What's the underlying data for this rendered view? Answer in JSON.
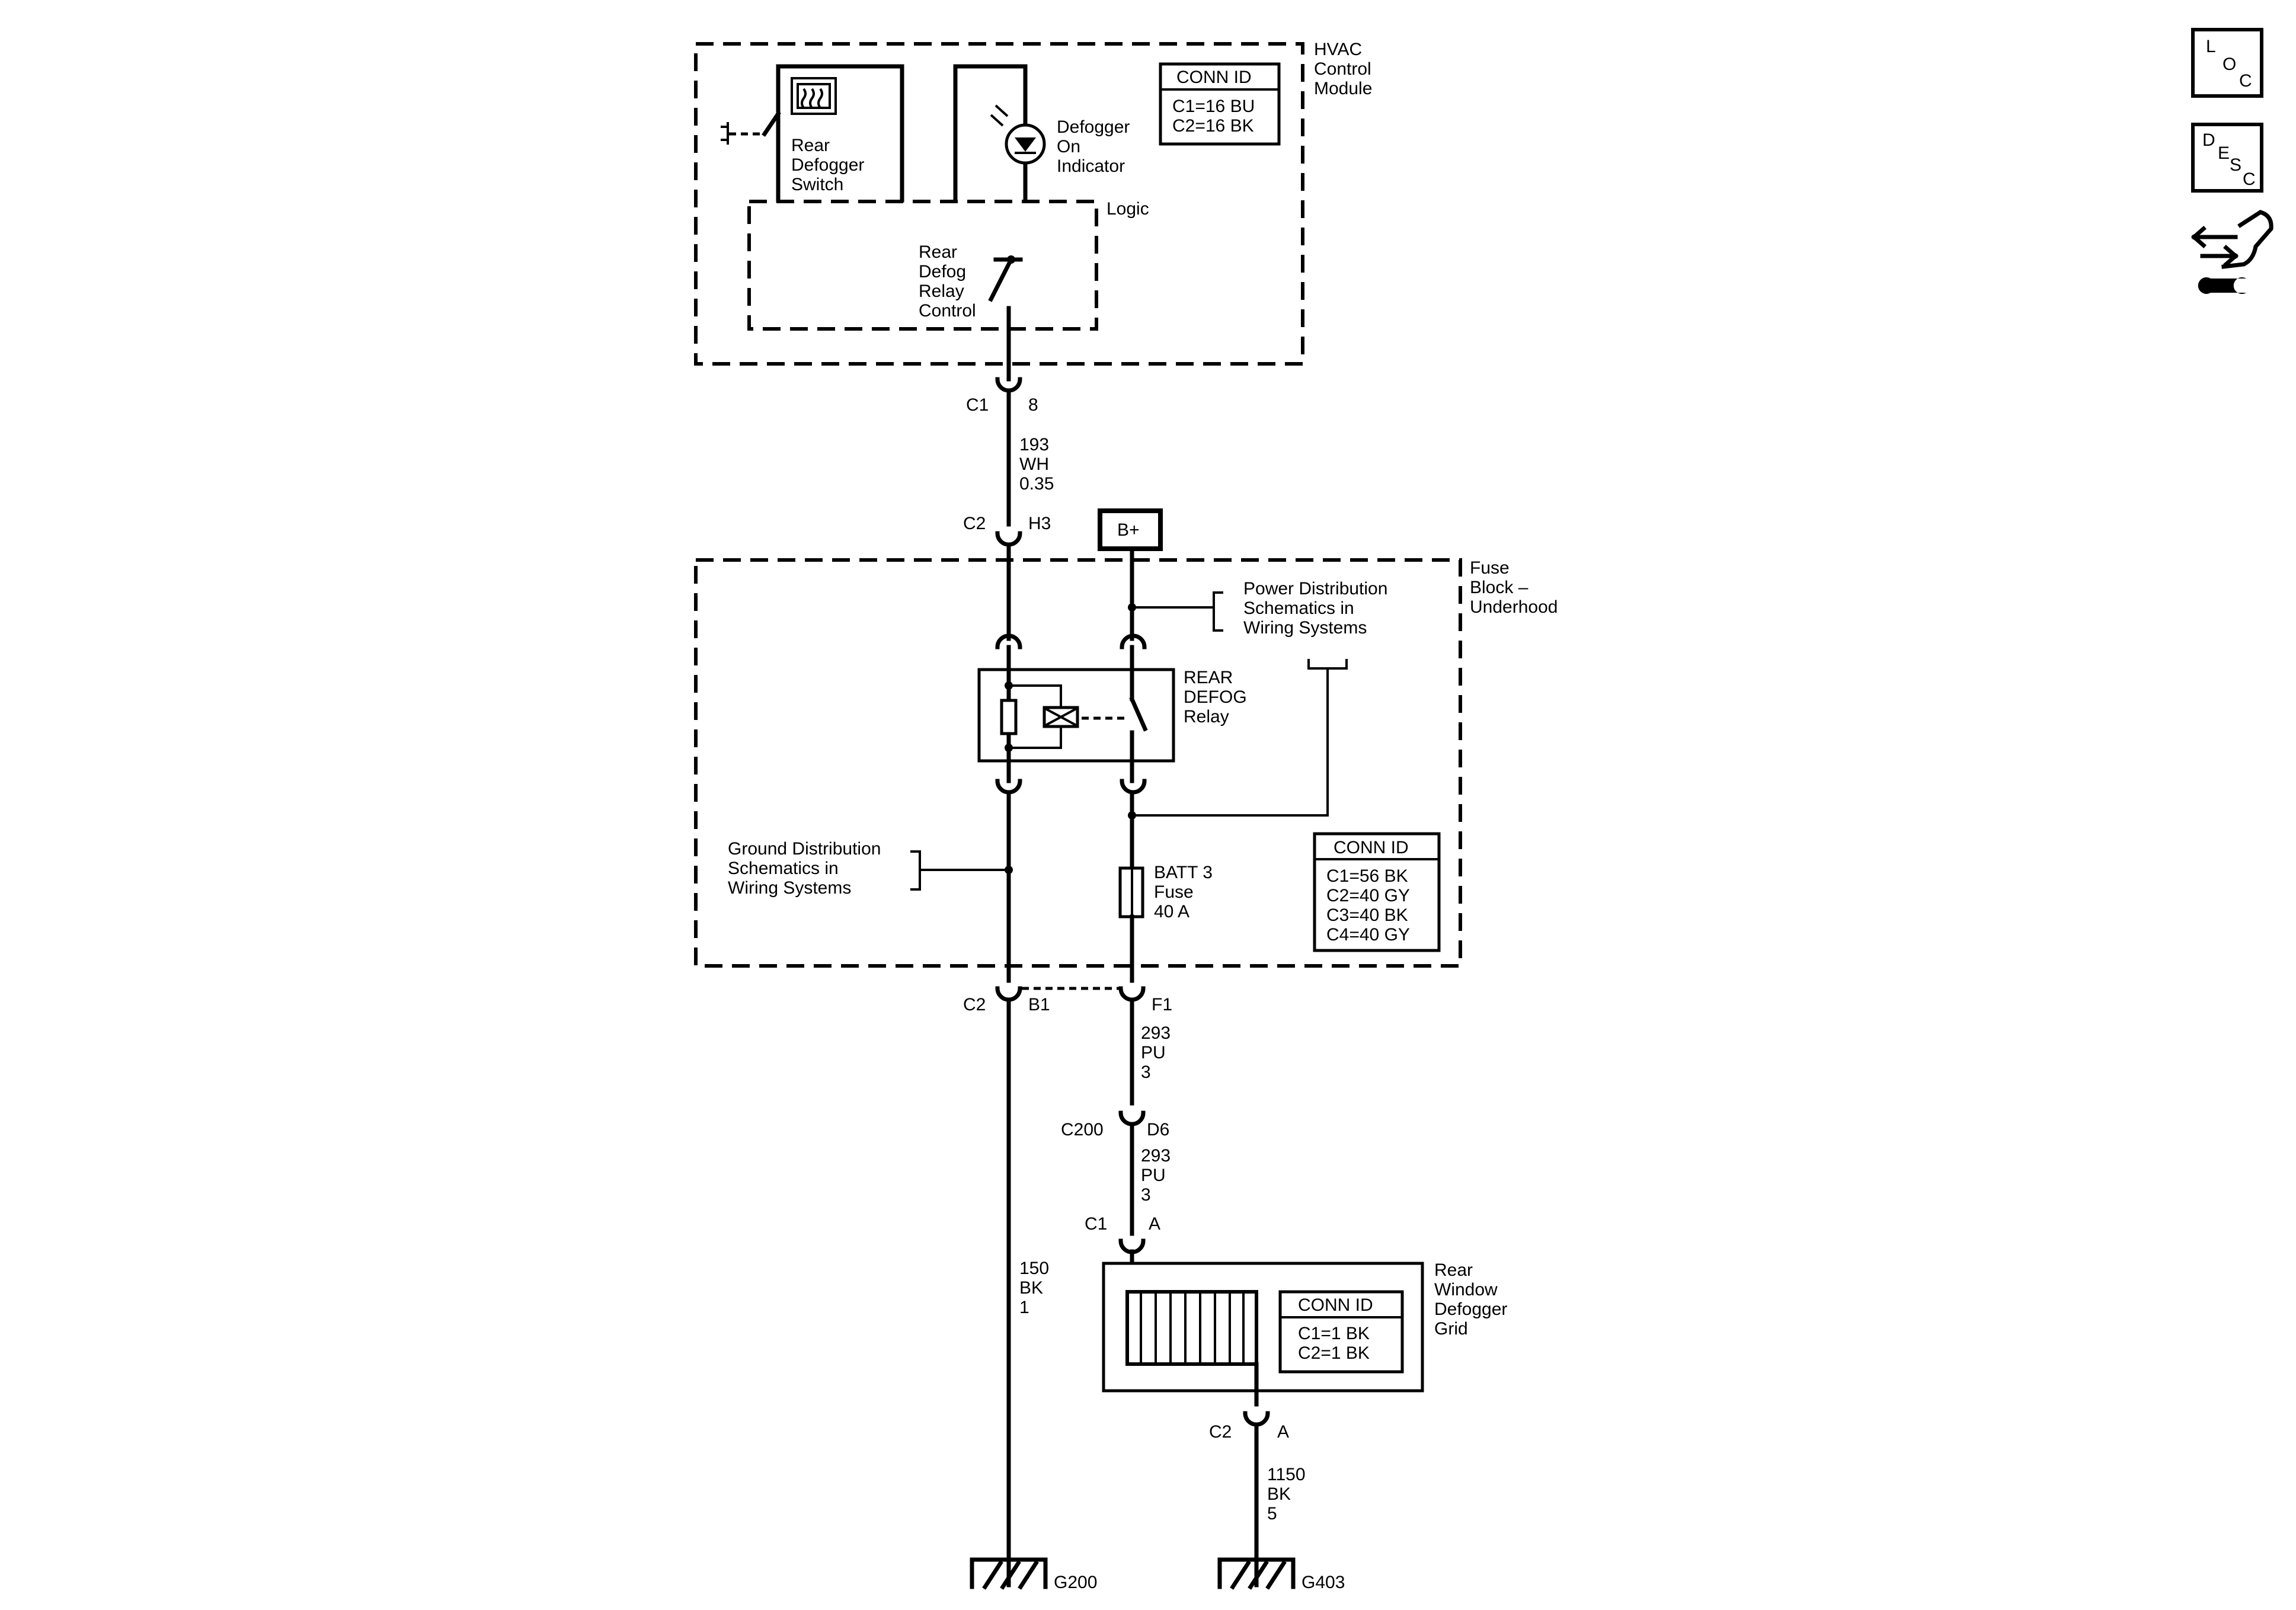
{
  "hvac_module": {
    "title": [
      "HVAC",
      "Control",
      "Module"
    ],
    "conn_id_title": "CONN ID",
    "conn_ids": [
      "C1=16 BU",
      "C2=16 BK"
    ],
    "switch_label": [
      "Rear",
      "Defogger",
      "Switch"
    ],
    "indicator_label": [
      "Defogger",
      "On",
      "Indicator"
    ],
    "logic_label": "Logic",
    "relay_control_label": [
      "Rear",
      "Defog",
      "Relay",
      "Control"
    ]
  },
  "fuse_block": {
    "title": [
      "Fuse",
      "Block –",
      "Underhood"
    ],
    "conn_id_title": "CONN ID",
    "conn_ids": [
      "C1=56 BK",
      "C2=40 GY",
      "C3=40 BK",
      "C4=40 GY"
    ],
    "power_dist_label": [
      "Power Distribution",
      "Schematics in",
      "Wiring Systems"
    ],
    "ground_dist_label": [
      "Ground Distribution",
      "Schematics in",
      "Wiring Systems"
    ],
    "relay_label": [
      "REAR",
      "DEFOG",
      "Relay"
    ],
    "fuse_label": [
      "BATT 3",
      "Fuse",
      "40 A"
    ]
  },
  "battery_label": "B+",
  "connectors": {
    "hvac_c1": {
      "conn": "C1",
      "pin": "8"
    },
    "fb_c2_h3": {
      "conn": "C2",
      "pin": "H3"
    },
    "fb_c2_b1": {
      "conn": "C2",
      "pin": "B1"
    },
    "fb_f1": {
      "pin": "F1"
    },
    "c200": {
      "conn": "C200",
      "pin": "D6"
    },
    "grid_c1": {
      "conn": "C1",
      "pin": "A"
    },
    "grid_c2": {
      "conn": "C2",
      "pin": "A"
    }
  },
  "wires": {
    "w193": [
      "193",
      "WH",
      "0.35"
    ],
    "w293a": [
      "293",
      "PU",
      "3"
    ],
    "w293b": [
      "293",
      "PU",
      "3"
    ],
    "w150": [
      "150",
      "BK",
      "1"
    ],
    "w1150": [
      "1150",
      "BK",
      "5"
    ]
  },
  "defogger_grid": {
    "title": [
      "Rear",
      "Window",
      "Defogger",
      "Grid"
    ],
    "conn_id_title": "CONN ID",
    "conn_ids": [
      "C1=1 BK",
      "C2=1 BK"
    ]
  },
  "grounds": {
    "g200": "G200",
    "g403": "G403"
  },
  "side_icons": {
    "loc": {
      "l": "L",
      "o": "O",
      "c": "C",
      "icon": "loc-icon"
    },
    "desc": {
      "d": "D",
      "e": "E",
      "s": "S",
      "c": "C",
      "icon": "desc-icon"
    },
    "tool": "hand-wrench-icon"
  }
}
